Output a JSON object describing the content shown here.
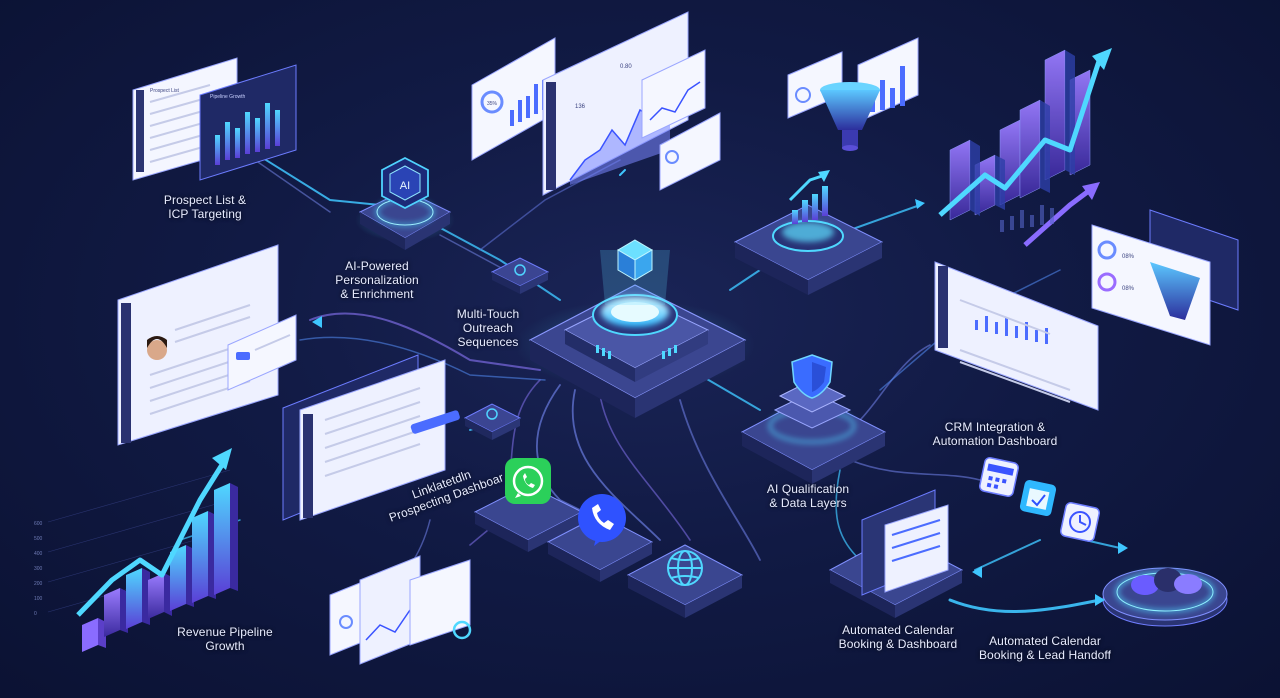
{
  "labels": {
    "prospect": {
      "line1": "Prospect List &",
      "line2": "ICP Targeting"
    },
    "personalization": {
      "line1": "AI-Powered",
      "line2": "Personalization",
      "line3": "& Enrichment"
    },
    "outreach": {
      "line1": "Multi-Touch",
      "line2": "Outreach",
      "line3": "Sequences"
    },
    "linkedin": {
      "line1": "Linklatetdln",
      "line2": "Prospecting Dashboar"
    },
    "qualification": {
      "line1": "AI Qualification",
      "line2": "& Data Layers"
    },
    "crm": {
      "line1": "CRM Integration &",
      "line2": "Automation Dashboard"
    },
    "revenue": {
      "line1": "Revenue Pipeline",
      "line2": "Growth"
    },
    "calendar_dash": {
      "line1": "Automated Calendar",
      "line2": "Booking & Dashboard"
    },
    "calendar_handoff": {
      "line1": "Automated Calendar",
      "line2": "Booking & Lead Handoff"
    }
  },
  "chip": {
    "ai_text": "AI"
  },
  "panels": {
    "prospect_list_title": "Prospect List",
    "pipeline_growth_title": "Pipeline Growth",
    "funnel_pct_top": "08%",
    "funnel_pct_bottom": "08%",
    "donut_pct": "35%",
    "kpi_value": "136",
    "kpi_small": "0.80"
  },
  "axis_ticks": [
    "600",
    "500",
    "400",
    "300",
    "200",
    "100",
    "0"
  ],
  "colors": {
    "background": "#111a44",
    "accent_cyan": "#35c8ff",
    "accent_blue": "#3a6cff",
    "accent_purple": "#8a5cff",
    "whatsapp_green": "#2bd05a"
  },
  "icons": [
    "ai-chip-icon",
    "cube-icon",
    "shield-icon",
    "whatsapp-icon",
    "phone-icon",
    "globe-icon",
    "calendar-icon",
    "clock-icon",
    "funnel-icon",
    "person-avatar-icon"
  ]
}
